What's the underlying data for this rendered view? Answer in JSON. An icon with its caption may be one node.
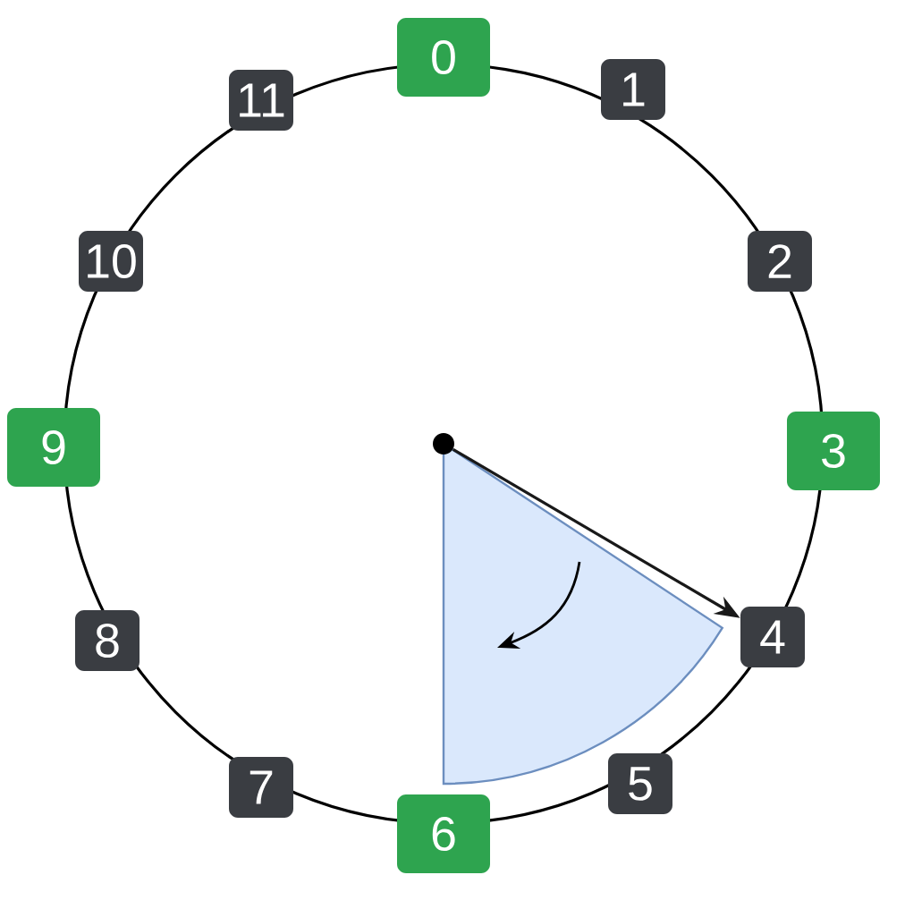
{
  "diagram": {
    "nodes": [
      {
        "text": [
          "0"
        ]
      },
      {
        "text": [
          "1"
        ]
      },
      {
        "text": [
          "2"
        ]
      },
      {
        "text": [
          "3"
        ]
      },
      {
        "text": [
          "4"
        ]
      },
      {
        "text": [
          "5"
        ]
      },
      {
        "text": [
          "6"
        ]
      },
      {
        "text": [
          "7"
        ]
      },
      {
        "text": [
          "8"
        ]
      },
      {
        "text": [
          "9"
        ]
      },
      {
        "text": [
          "10"
        ]
      },
      {
        "text": [
          "11"
        ]
      },
      {
        "text": [],
        "shape": "circle"
      }
    ],
    "edges": [
      {
        "from": 12,
        "to": 4,
        "arrow": "to"
      }
    ]
  }
}
